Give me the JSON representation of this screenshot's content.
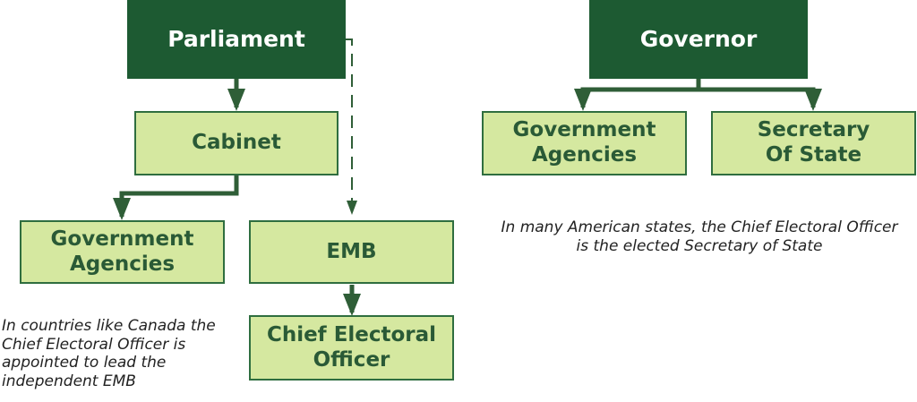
{
  "left_chart": {
    "parliament": "Parliament",
    "cabinet": "Cabinet",
    "government_agencies": "Government Agencies",
    "emb": "EMB",
    "chief_electoral_officer": "Chief Electoral Officer",
    "note": "In countries like Canada the Chief Electoral Officer is appointed to lead the independent EMB"
  },
  "right_chart": {
    "governor": "Governor",
    "government_agencies": "Government Agencies",
    "secretary_of_state": "Secretary Of State",
    "note": "In many American states, the Chief Electoral Officer is the elected Secretary of State"
  },
  "colors": {
    "dark_box": "#1d5a32",
    "light_box": "#d5e8a0",
    "connector": "#2f5e37"
  }
}
